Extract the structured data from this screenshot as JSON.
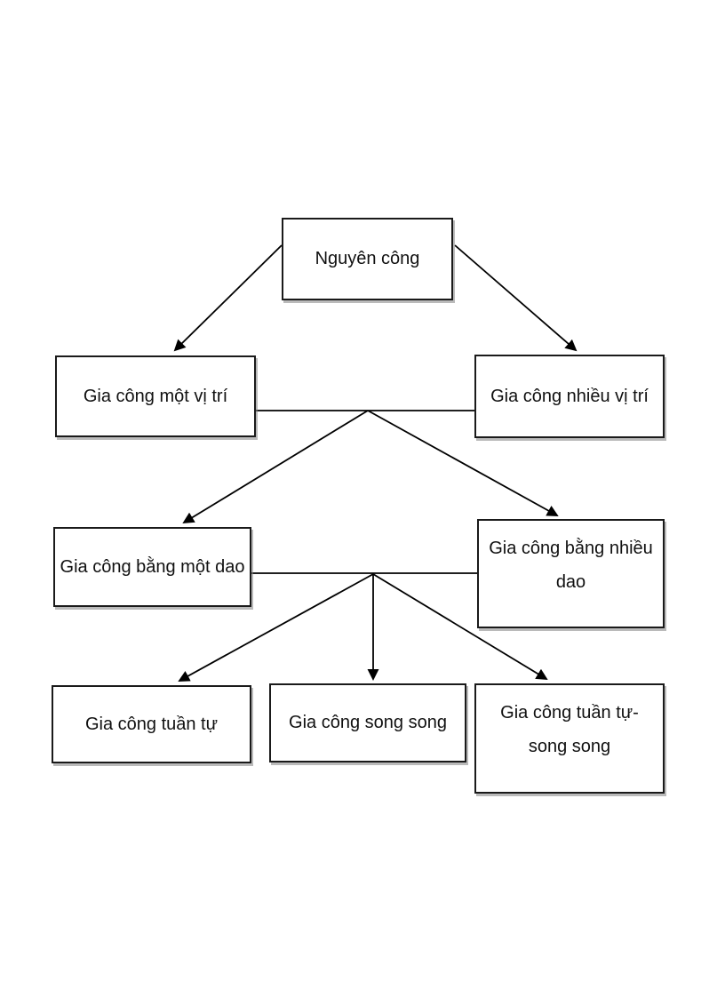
{
  "diagram": {
    "type": "flowchart",
    "language": "vi",
    "background_color": "#ffffff",
    "line_color": "#000000",
    "box_border_color": "#1a1a1a",
    "nodes": [
      {
        "id": "nguyen-cong",
        "label": "Nguyên công"
      },
      {
        "id": "gia-cong-mot-vi-tri",
        "label": "Gia công một vị trí"
      },
      {
        "id": "gia-cong-nhieu-vi-tri",
        "label": "Gia công nhiều vị trí"
      },
      {
        "id": "gia-cong-bang-mot-dao",
        "label": "Gia công bằng một dao"
      },
      {
        "id": "gia-cong-bang-nhieu-dao",
        "label": "Gia công bằng nhiều dao"
      },
      {
        "id": "gia-cong-tuan-tu",
        "label": "Gia công tuần tự"
      },
      {
        "id": "gia-cong-song-song",
        "label": "Gia công song song"
      },
      {
        "id": "gia-cong-tuan-tu-song-song",
        "label": "Gia công tuần tự- song song"
      }
    ],
    "edges": [
      {
        "from": "nguyen-cong",
        "to": "gia-cong-mot-vi-tri",
        "arrow": true
      },
      {
        "from": "nguyen-cong",
        "to": "gia-cong-nhieu-vi-tri",
        "arrow": true
      },
      {
        "from": "gia-cong-mot-vi-tri",
        "to": "gia-cong-nhieu-vi-tri",
        "arrow": false,
        "note": "horizontal junction line"
      },
      {
        "from": "junction-level-2",
        "to": "gia-cong-bang-mot-dao",
        "arrow": true
      },
      {
        "from": "junction-level-2",
        "to": "gia-cong-bang-nhieu-dao",
        "arrow": true
      },
      {
        "from": "gia-cong-bang-mot-dao",
        "to": "gia-cong-bang-nhieu-dao",
        "arrow": false,
        "note": "horizontal junction line"
      },
      {
        "from": "junction-level-3",
        "to": "gia-cong-tuan-tu",
        "arrow": true
      },
      {
        "from": "junction-level-3",
        "to": "gia-cong-song-song",
        "arrow": true
      },
      {
        "from": "junction-level-3",
        "to": "gia-cong-tuan-tu-song-song",
        "arrow": true
      }
    ]
  }
}
